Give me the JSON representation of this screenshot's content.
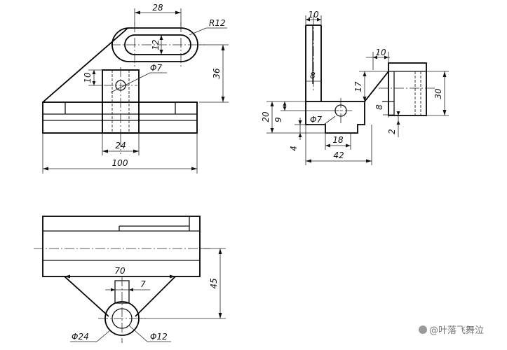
{
  "front_view": {
    "dims": {
      "slot_width": "28",
      "slot_radius": "R12",
      "slot_height": "12",
      "height_36": "36",
      "height_10": "10",
      "hole_dia": "Φ7",
      "block_width": "24",
      "overall_width": "100"
    }
  },
  "side_view": {
    "dims": {
      "top_width": "10",
      "web_8": "8",
      "base_20": "20",
      "base_9": "9",
      "hole_dia": "Φ7",
      "width_18": "18",
      "base_4": "4",
      "width_42": "42",
      "right_10": "10",
      "height_17": "17",
      "right_8": "8",
      "height_30": "30",
      "offset_2": "2"
    }
  },
  "top_view": {
    "dims": {
      "width_70": "70",
      "slot_7": "7",
      "depth_45": "45",
      "outer_dia": "Φ24",
      "inner_dia": "Φ12"
    }
  },
  "watermark": {
    "text": "@叶落飞舞泣"
  }
}
